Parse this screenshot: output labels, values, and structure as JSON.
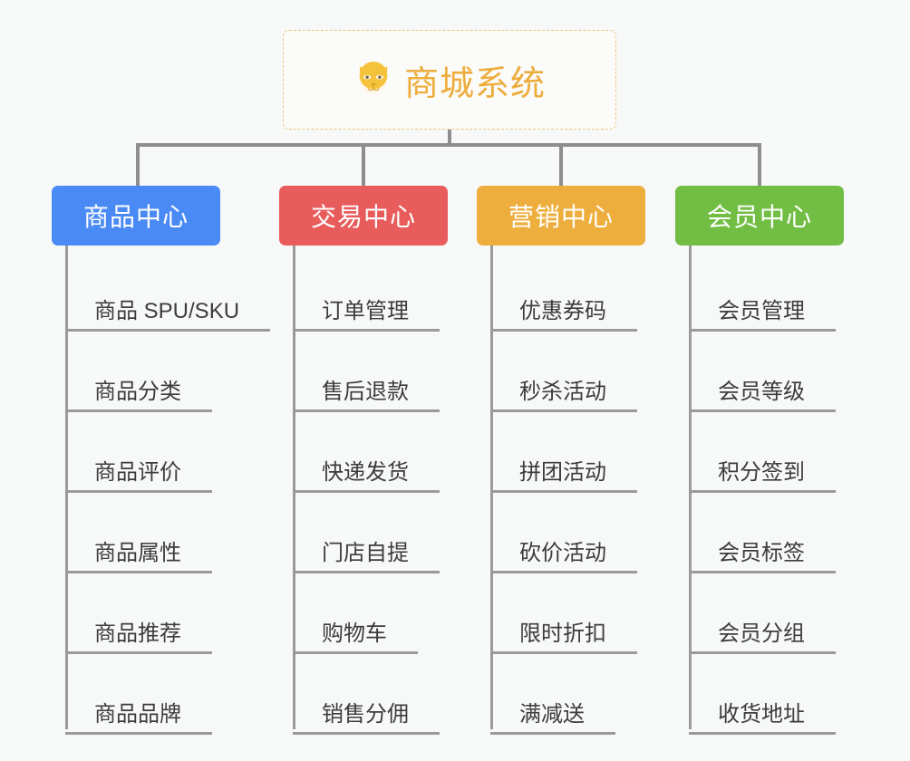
{
  "root": {
    "icon": "dog-face-icon",
    "icon_glyph": "🐶",
    "title": "商城系统",
    "border_color": "#edc57e",
    "text_color": "#edad3c"
  },
  "columns": [
    {
      "id": "product-center",
      "label": "商品中心",
      "color": "#4a8af4",
      "items": [
        {
          "label": "商品 SPU/SKU"
        },
        {
          "label": "商品分类"
        },
        {
          "label": "商品评价"
        },
        {
          "label": "商品属性"
        },
        {
          "label": "商品推荐"
        },
        {
          "label": "商品品牌"
        }
      ]
    },
    {
      "id": "trade-center",
      "label": "交易中心",
      "color": "#e85c5c",
      "items": [
        {
          "label": "订单管理"
        },
        {
          "label": "售后退款"
        },
        {
          "label": "快递发货"
        },
        {
          "label": "门店自提"
        },
        {
          "label": "购物车"
        },
        {
          "label": "销售分佣"
        }
      ]
    },
    {
      "id": "marketing-center",
      "label": "营销中心",
      "color": "#edae3d",
      "items": [
        {
          "label": "优惠券码"
        },
        {
          "label": "秒杀活动"
        },
        {
          "label": "拼团活动"
        },
        {
          "label": "砍价活动"
        },
        {
          "label": "限时折扣"
        },
        {
          "label": "满减送"
        }
      ]
    },
    {
      "id": "member-center",
      "label": "会员中心",
      "color": "#72be44",
      "items": [
        {
          "label": "会员管理"
        },
        {
          "label": "会员等级"
        },
        {
          "label": "积分签到"
        },
        {
          "label": "会员标签"
        },
        {
          "label": "会员分组"
        },
        {
          "label": "收货地址"
        }
      ]
    }
  ],
  "connector_color": "#8e8e8e",
  "background_color": "#f7f8f8"
}
